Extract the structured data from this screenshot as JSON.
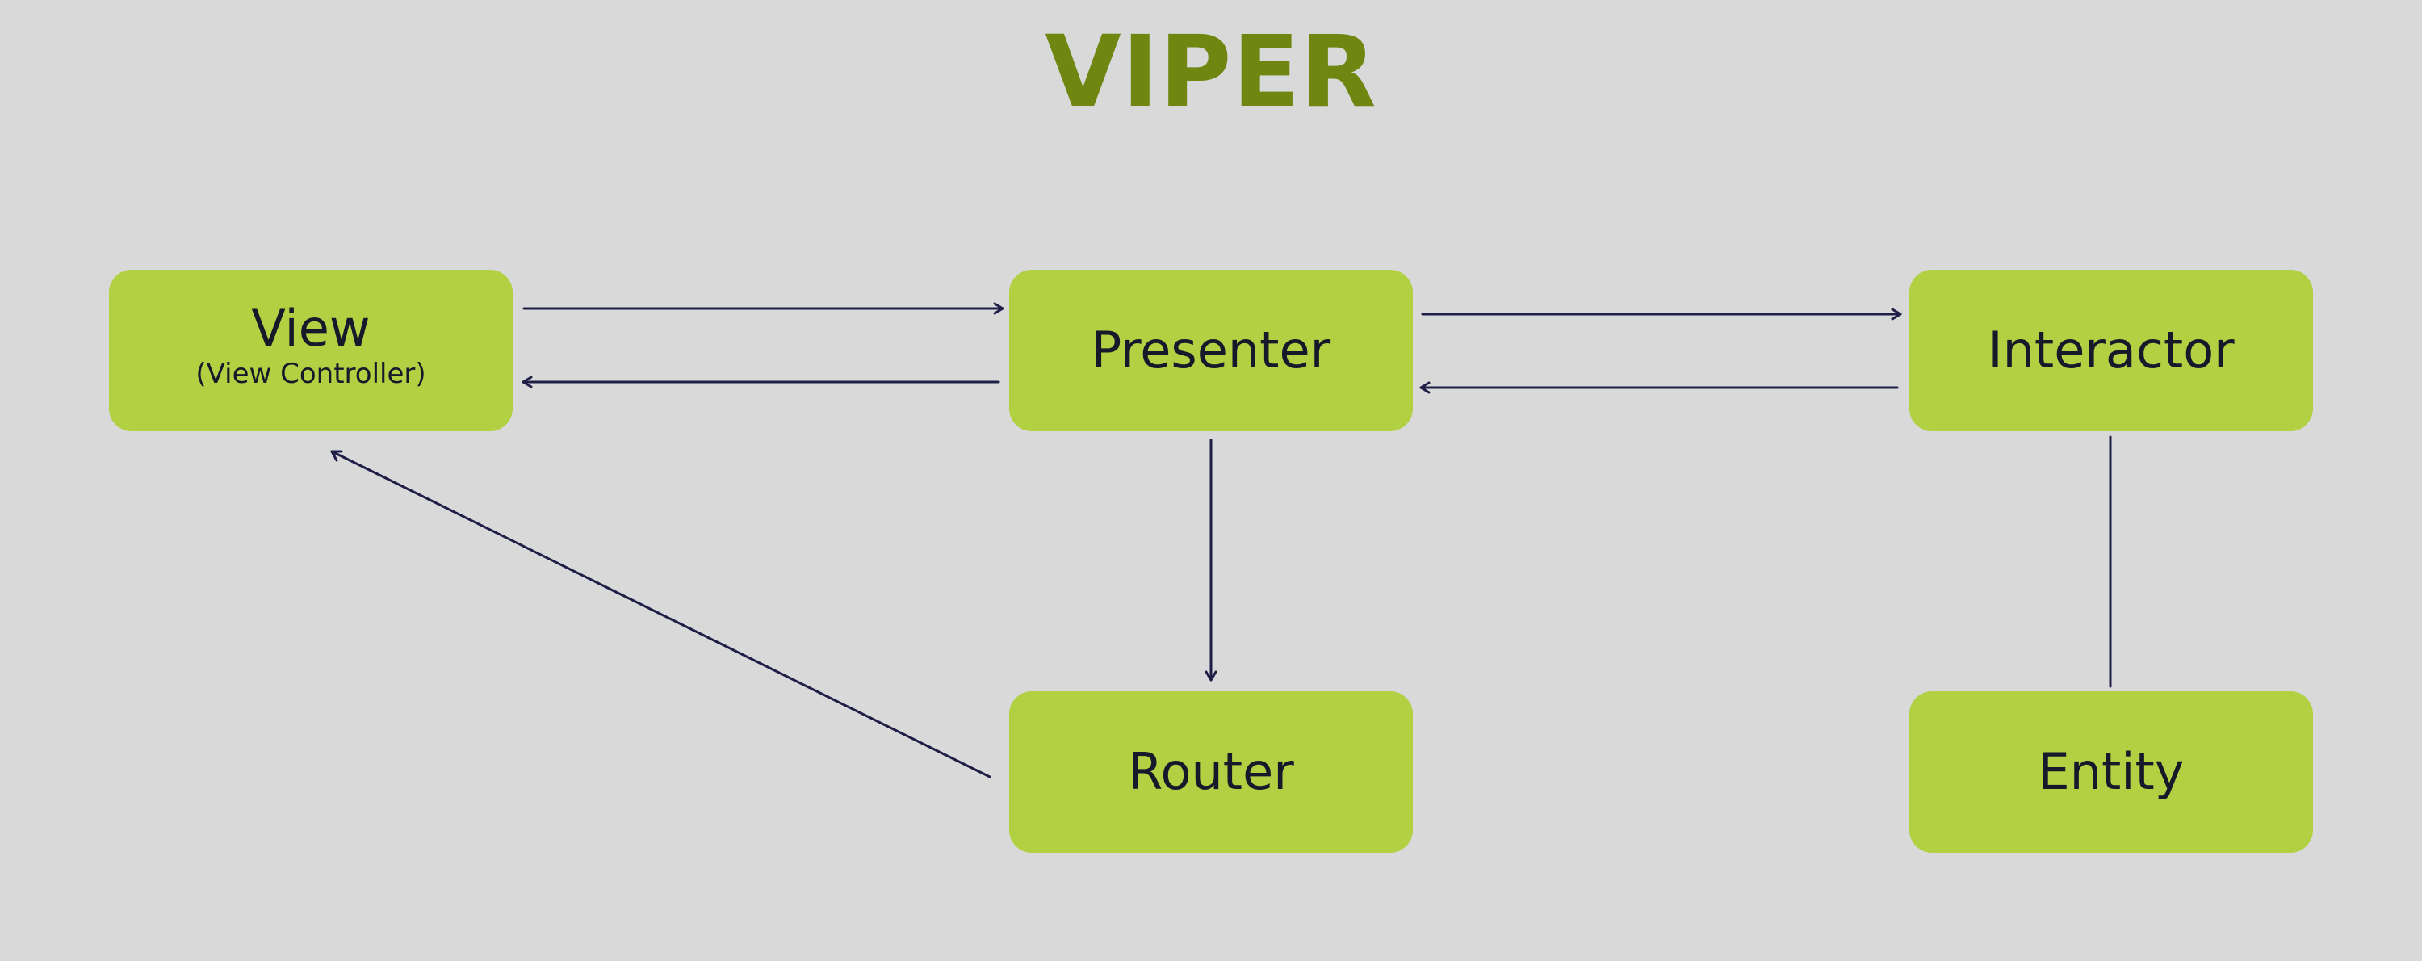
{
  "title": "VIPER",
  "nodes": {
    "view": {
      "label": "View",
      "sublabel": "(View Controller)"
    },
    "presenter": {
      "label": "Presenter"
    },
    "interactor": {
      "label": "Interactor"
    },
    "router": {
      "label": "Router"
    },
    "entity": {
      "label": "Entity"
    }
  },
  "colors": {
    "background": "#d9d9d9",
    "title": "#6f8710",
    "box": "#b1d042",
    "text": "#17192b",
    "line": "#1e1e46"
  },
  "edges": [
    {
      "from": "view",
      "to": "presenter",
      "arrow": true
    },
    {
      "from": "presenter",
      "to": "view",
      "arrow": true
    },
    {
      "from": "presenter",
      "to": "interactor",
      "arrow": true
    },
    {
      "from": "interactor",
      "to": "presenter",
      "arrow": true
    },
    {
      "from": "presenter",
      "to": "router",
      "arrow": true
    },
    {
      "from": "router",
      "to": "view",
      "arrow": true
    },
    {
      "from": "interactor",
      "to": "entity",
      "arrow": false
    }
  ]
}
